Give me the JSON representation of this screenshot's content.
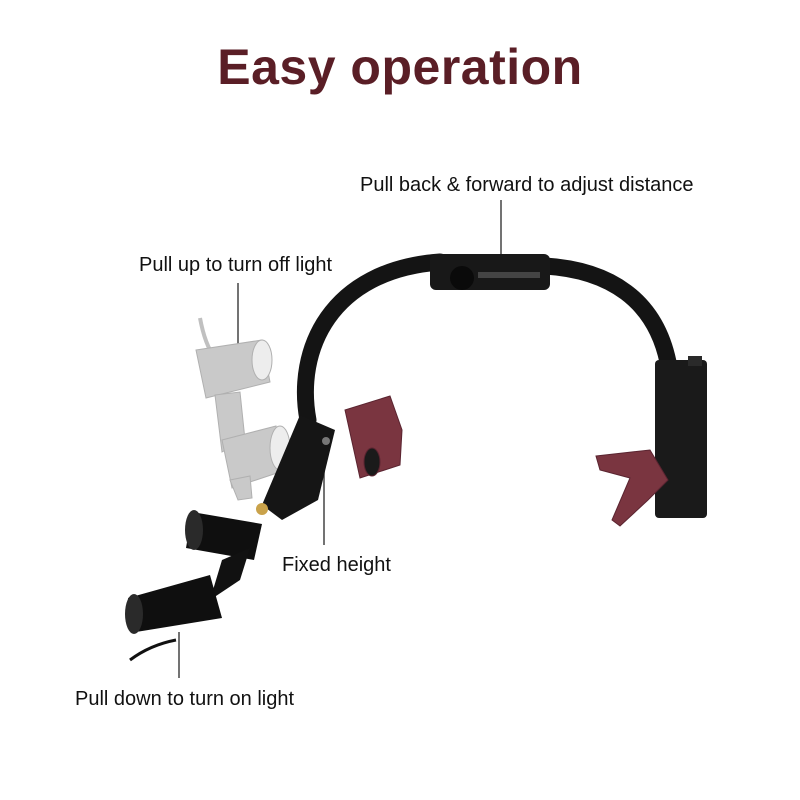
{
  "header": {
    "title": "Easy operation"
  },
  "annotations": {
    "adjust_distance": "Pull back & forward to adjust distance",
    "turn_off_light": "Pull up to turn off light",
    "fixed_height": "Fixed height",
    "turn_on_light": "Pull down to turn on light"
  },
  "colors": {
    "title": "#5a1e26",
    "band": "#141414",
    "pad": "#7a3540",
    "ghost": "#c7c7c7"
  }
}
